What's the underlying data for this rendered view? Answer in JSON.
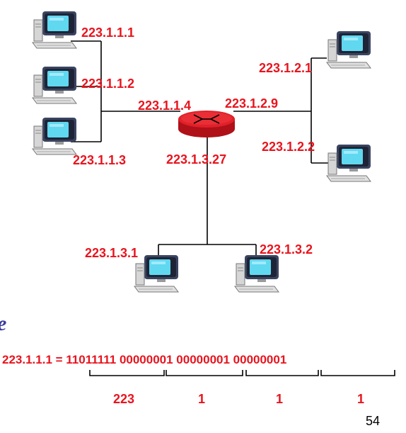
{
  "colors": {
    "label": "#e8141e",
    "line": "#000000",
    "router": "#e0202a",
    "partial_text": "#3a3aa0"
  },
  "icons": {
    "host": "desktop-computer-icon",
    "router": "router-icon"
  },
  "hosts": {
    "h1": "223.1.1.1",
    "h2": "223.1.1.2",
    "h3": "223.1.1.3",
    "h4": "223.1.2.1",
    "h5": "223.1.2.2",
    "h6": "223.1.3.1",
    "h7": "223.1.3.2"
  },
  "router": {
    "if_left": "223.1.1.4",
    "if_right": "223.1.2.9",
    "if_bottom": "223.1.3.27"
  },
  "partial_text": "e",
  "binary": {
    "equation": "223.1.1.1 = 11011111 00000001 00000001 00000001",
    "decimals": [
      "223",
      "1",
      "1",
      "1"
    ]
  },
  "page_number": "54"
}
